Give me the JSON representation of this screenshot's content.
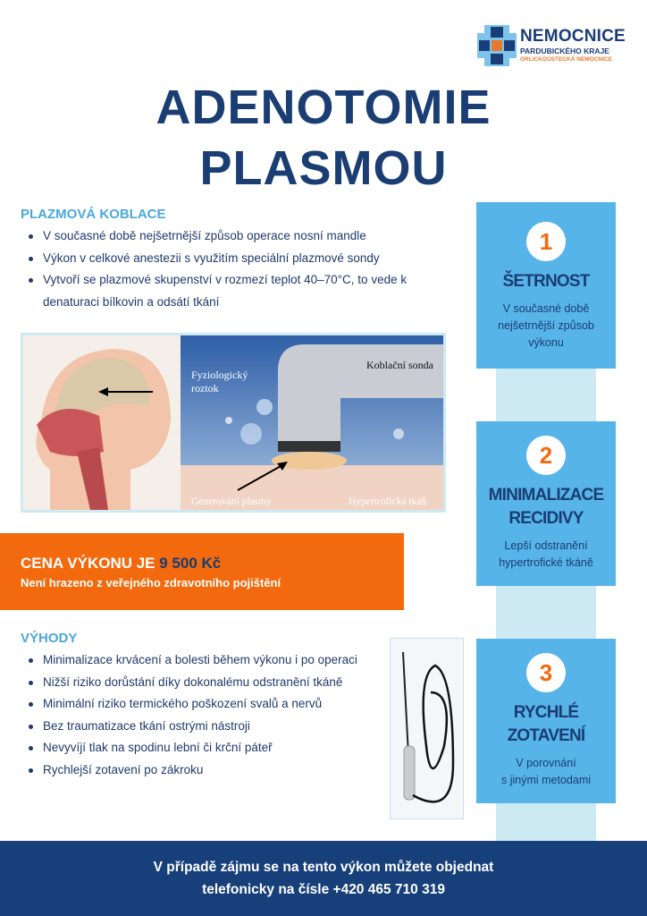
{
  "logo": {
    "name": "NEMOCNICE",
    "sub1": "PARDUBICKÉHO KRAJE",
    "sub2": "ORLICKOÚSTECKÁ NEMOCNICE"
  },
  "title": {
    "line1": "ADENOTOMIE",
    "line2": "PLASMOU"
  },
  "koblace": {
    "heading": "PLAZMOVÁ KOBLACE",
    "items": [
      "V současné době nejšetrnější způsob operace nosní mandle",
      "Výkon v celkové anestezii s využitím speciální plazmové sondy",
      "Vytvoří se plazmové skupenství v rozmezí teplot 40–70°C, to vede k denaturaci bílkovin a odsátí tkání"
    ]
  },
  "illustration": {
    "fyzio": "Fyziologický",
    "roztok": "roztok",
    "sonda": "Koblační sonda",
    "plasma": "Generování plasmy",
    "tkan": "Hypertrofická tkáň"
  },
  "price": {
    "prefix": "CENA VÝKONU JE ",
    "amount": "9 500 Kč",
    "note": "Není hrazeno z veřejného zdravotního pojištění"
  },
  "vyhody": {
    "heading": "VÝHODY",
    "items": [
      "Minimalizace krvácení a bolesti během výkonu i po operaci",
      "Nižší riziko dorůstání díky dokonalému odstranění tkáně",
      "Minimální riziko termického poškození svalů a nervů",
      "Bez traumatizace tkání ostrými nástroji",
      "Nevyvíjí tlak na spodinu lební či krční páteř",
      "Rychlejší zotavení po zákroku"
    ]
  },
  "cards": [
    {
      "num": "1",
      "title1": "ŠETRNOST",
      "title2": "",
      "desc1": "V současné době",
      "desc2": "nejšetrnější způsob",
      "desc3": "výkonu"
    },
    {
      "num": "2",
      "title1": "MINIMALIZACE",
      "title2": "RECIDIVY",
      "desc1": "Lepší odstranění",
      "desc2": "hypertrofické tkáně",
      "desc3": ""
    },
    {
      "num": "3",
      "title1": "RYCHLÉ",
      "title2": "ZOTAVENÍ",
      "desc1": "V porovnání",
      "desc2": "s jinými metodami",
      "desc3": ""
    }
  ],
  "footer": {
    "line1": "V případě zájmu se na tento výkon můžete objednat",
    "line2": "telefonicky na čísle +420 465 710 319"
  },
  "colors": {
    "navy": "#1a3d73",
    "accent": "#f26a0d",
    "lightblue": "#56b4e9"
  }
}
